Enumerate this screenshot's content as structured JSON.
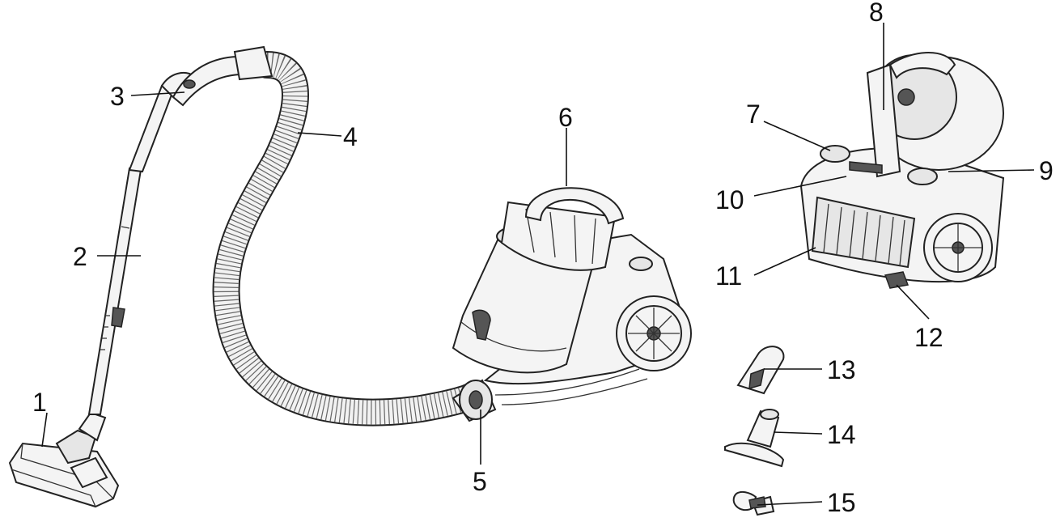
{
  "figure": {
    "callouts": [
      {
        "id": 1,
        "label": "1"
      },
      {
        "id": 2,
        "label": "2"
      },
      {
        "id": 3,
        "label": "3"
      },
      {
        "id": 4,
        "label": "4"
      },
      {
        "id": 5,
        "label": "5"
      },
      {
        "id": 6,
        "label": "6"
      },
      {
        "id": 7,
        "label": "7"
      },
      {
        "id": 8,
        "label": "8"
      },
      {
        "id": 9,
        "label": "9"
      },
      {
        "id": 10,
        "label": "10"
      },
      {
        "id": 11,
        "label": "11"
      },
      {
        "id": 12,
        "label": "12"
      },
      {
        "id": 13,
        "label": "13"
      },
      {
        "id": 14,
        "label": "14"
      },
      {
        "id": 15,
        "label": "15"
      }
    ]
  }
}
